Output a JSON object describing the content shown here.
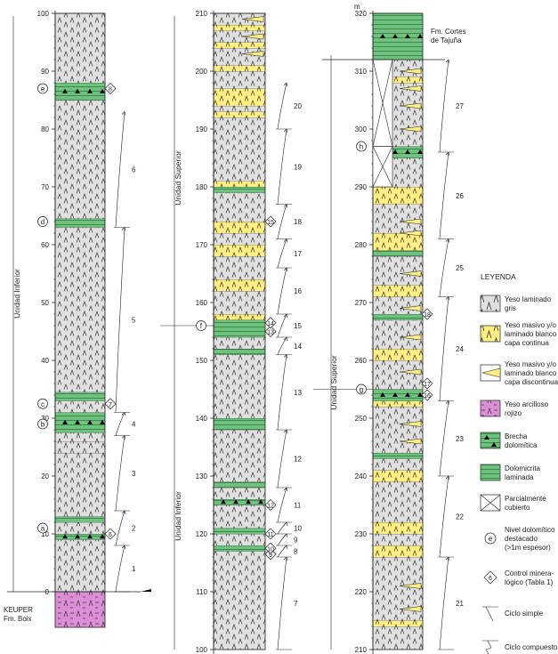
{
  "colors": {
    "gypsum_gray": "#e0e0e0",
    "gypsum_yellow": "#ffee82",
    "red_gypsum": "#dc8fd6",
    "dolomite_green": "#6dc27d",
    "line": "#222222"
  },
  "columns": [
    {
      "id": "col1",
      "axis_ticks": [
        "0",
        "10",
        "20",
        "30",
        "40",
        "50",
        "60",
        "70",
        "80",
        "90",
        "100"
      ],
      "unit_label": "Unidad Inferior",
      "base_unit": [
        "KEUPER",
        "Fm. Boix"
      ],
      "markers": [
        {
          "letter": "a",
          "at": "11"
        },
        {
          "letter": "b",
          "at": "29"
        },
        {
          "letter": "c",
          "at": "32.5"
        },
        {
          "letter": "d",
          "at": "64"
        },
        {
          "letter": "e",
          "at": "87"
        }
      ],
      "controls": [
        {
          "num": "6",
          "at": "10"
        },
        {
          "num": "7",
          "at": "32.5"
        },
        {
          "num": "8",
          "at": "87"
        }
      ],
      "cycles": [
        "1",
        "2",
        "3",
        "4",
        "5",
        "6"
      ]
    },
    {
      "id": "col2",
      "axis_ticks": [
        "100",
        "110",
        "120",
        "130",
        "140",
        "150",
        "160",
        "170",
        "180",
        "190",
        "200",
        "210"
      ],
      "unit_labels": [
        "Unidad Inferior",
        "Unidad Superior"
      ],
      "markers": [
        {
          "letter": "f",
          "at": "156"
        }
      ],
      "controls": [
        {
          "num": "9",
          "at": "116.5"
        },
        {
          "num": "10",
          "at": "117.5"
        },
        {
          "num": "11",
          "at": "120"
        },
        {
          "num": "12",
          "at": "125"
        },
        {
          "num": "13",
          "at": "155"
        },
        {
          "num": "14",
          "at": "156.5"
        },
        {
          "num": "15",
          "at": "174"
        }
      ],
      "cycles": [
        "7",
        "8",
        "9",
        "10",
        "11",
        "12",
        "13",
        "14",
        "15",
        "16",
        "17",
        "18",
        "19",
        "20"
      ]
    },
    {
      "id": "col3",
      "unit_m": "m",
      "axis_ticks": [
        "210",
        "220",
        "230",
        "240",
        "250",
        "260",
        "270",
        "280",
        "290",
        "300",
        "310",
        "320"
      ],
      "unit_label": "Unidad Superior",
      "top_unit": [
        "Fm. Cortes",
        "de Tajuña"
      ],
      "markers": [
        {
          "letter": "g",
          "at": "255"
        },
        {
          "letter": "h",
          "at": "297"
        }
      ],
      "controls": [
        {
          "num": "16",
          "at": "254"
        },
        {
          "num": "17",
          "at": "256"
        },
        {
          "num": "18",
          "at": "268"
        }
      ],
      "cycles": [
        "21",
        "22",
        "23",
        "24",
        "25",
        "26",
        "27"
      ]
    }
  ],
  "legend": {
    "title": "LEYENDA",
    "items": [
      {
        "key": "gray",
        "lines": [
          "Yeso laminado",
          "gris"
        ]
      },
      {
        "key": "yellow",
        "lines": [
          "Yeso masivo y/o",
          "laminado blanco",
          "capa continua"
        ]
      },
      {
        "key": "lens",
        "lines": [
          "Yeso masivo y/o",
          "laminado blanco",
          "capa discontinua"
        ]
      },
      {
        "key": "red",
        "lines": [
          "Yeso arcilloso",
          "rojizo"
        ]
      },
      {
        "key": "breccia",
        "lines": [
          "Brecha",
          "dolomítica"
        ]
      },
      {
        "key": "dolomicrite",
        "lines": [
          "Dolomicrita",
          "laminada"
        ]
      },
      {
        "key": "covered",
        "lines": [
          "Parcialmente",
          "cubierto"
        ]
      },
      {
        "key": "nivel",
        "symbol": "e",
        "lines": [
          "Nivel dolomítico",
          "destacado",
          "(>1m espesor)"
        ]
      },
      {
        "key": "control",
        "symbol": "6",
        "lines": [
          "Control minera-",
          "lógico (Tabla 1)"
        ]
      },
      {
        "key": "simple",
        "lines": [
          "Ciclo simple"
        ]
      },
      {
        "key": "compuesto",
        "lines": [
          "Ciclo compuesto"
        ]
      }
    ]
  }
}
